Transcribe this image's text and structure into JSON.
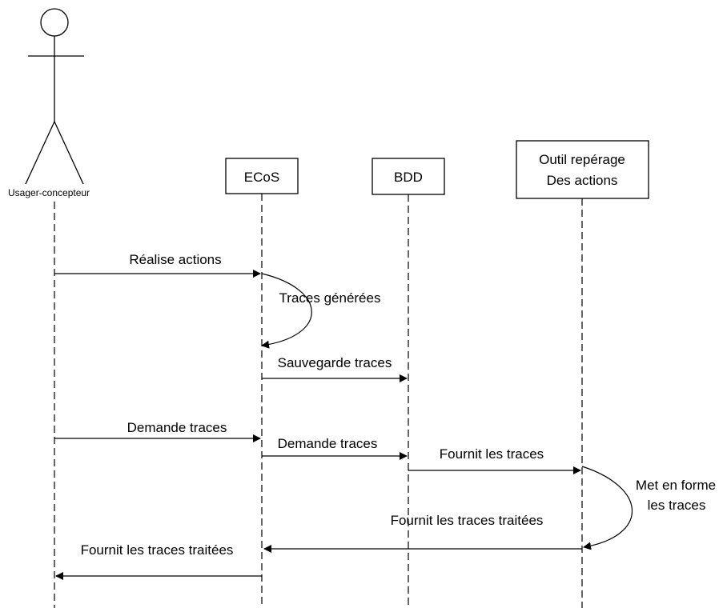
{
  "actor": {
    "label": "Usager-concepteur"
  },
  "lifelines": {
    "ecos": "ECoS",
    "bdd": "BDD",
    "outil_line1": "Outil repérage",
    "outil_line2": "Des actions"
  },
  "messages": {
    "m1": "Réalise actions",
    "m2": "Traces générées",
    "m3": "Sauvegarde traces",
    "m4": "Demande traces",
    "m5": "Demande traces",
    "m6": "Fournit les traces",
    "m7_line1": "Met en forme",
    "m7_line2": "les traces",
    "m8": "Fournit les traces traitées",
    "m9": "Fournit les traces traitées"
  }
}
